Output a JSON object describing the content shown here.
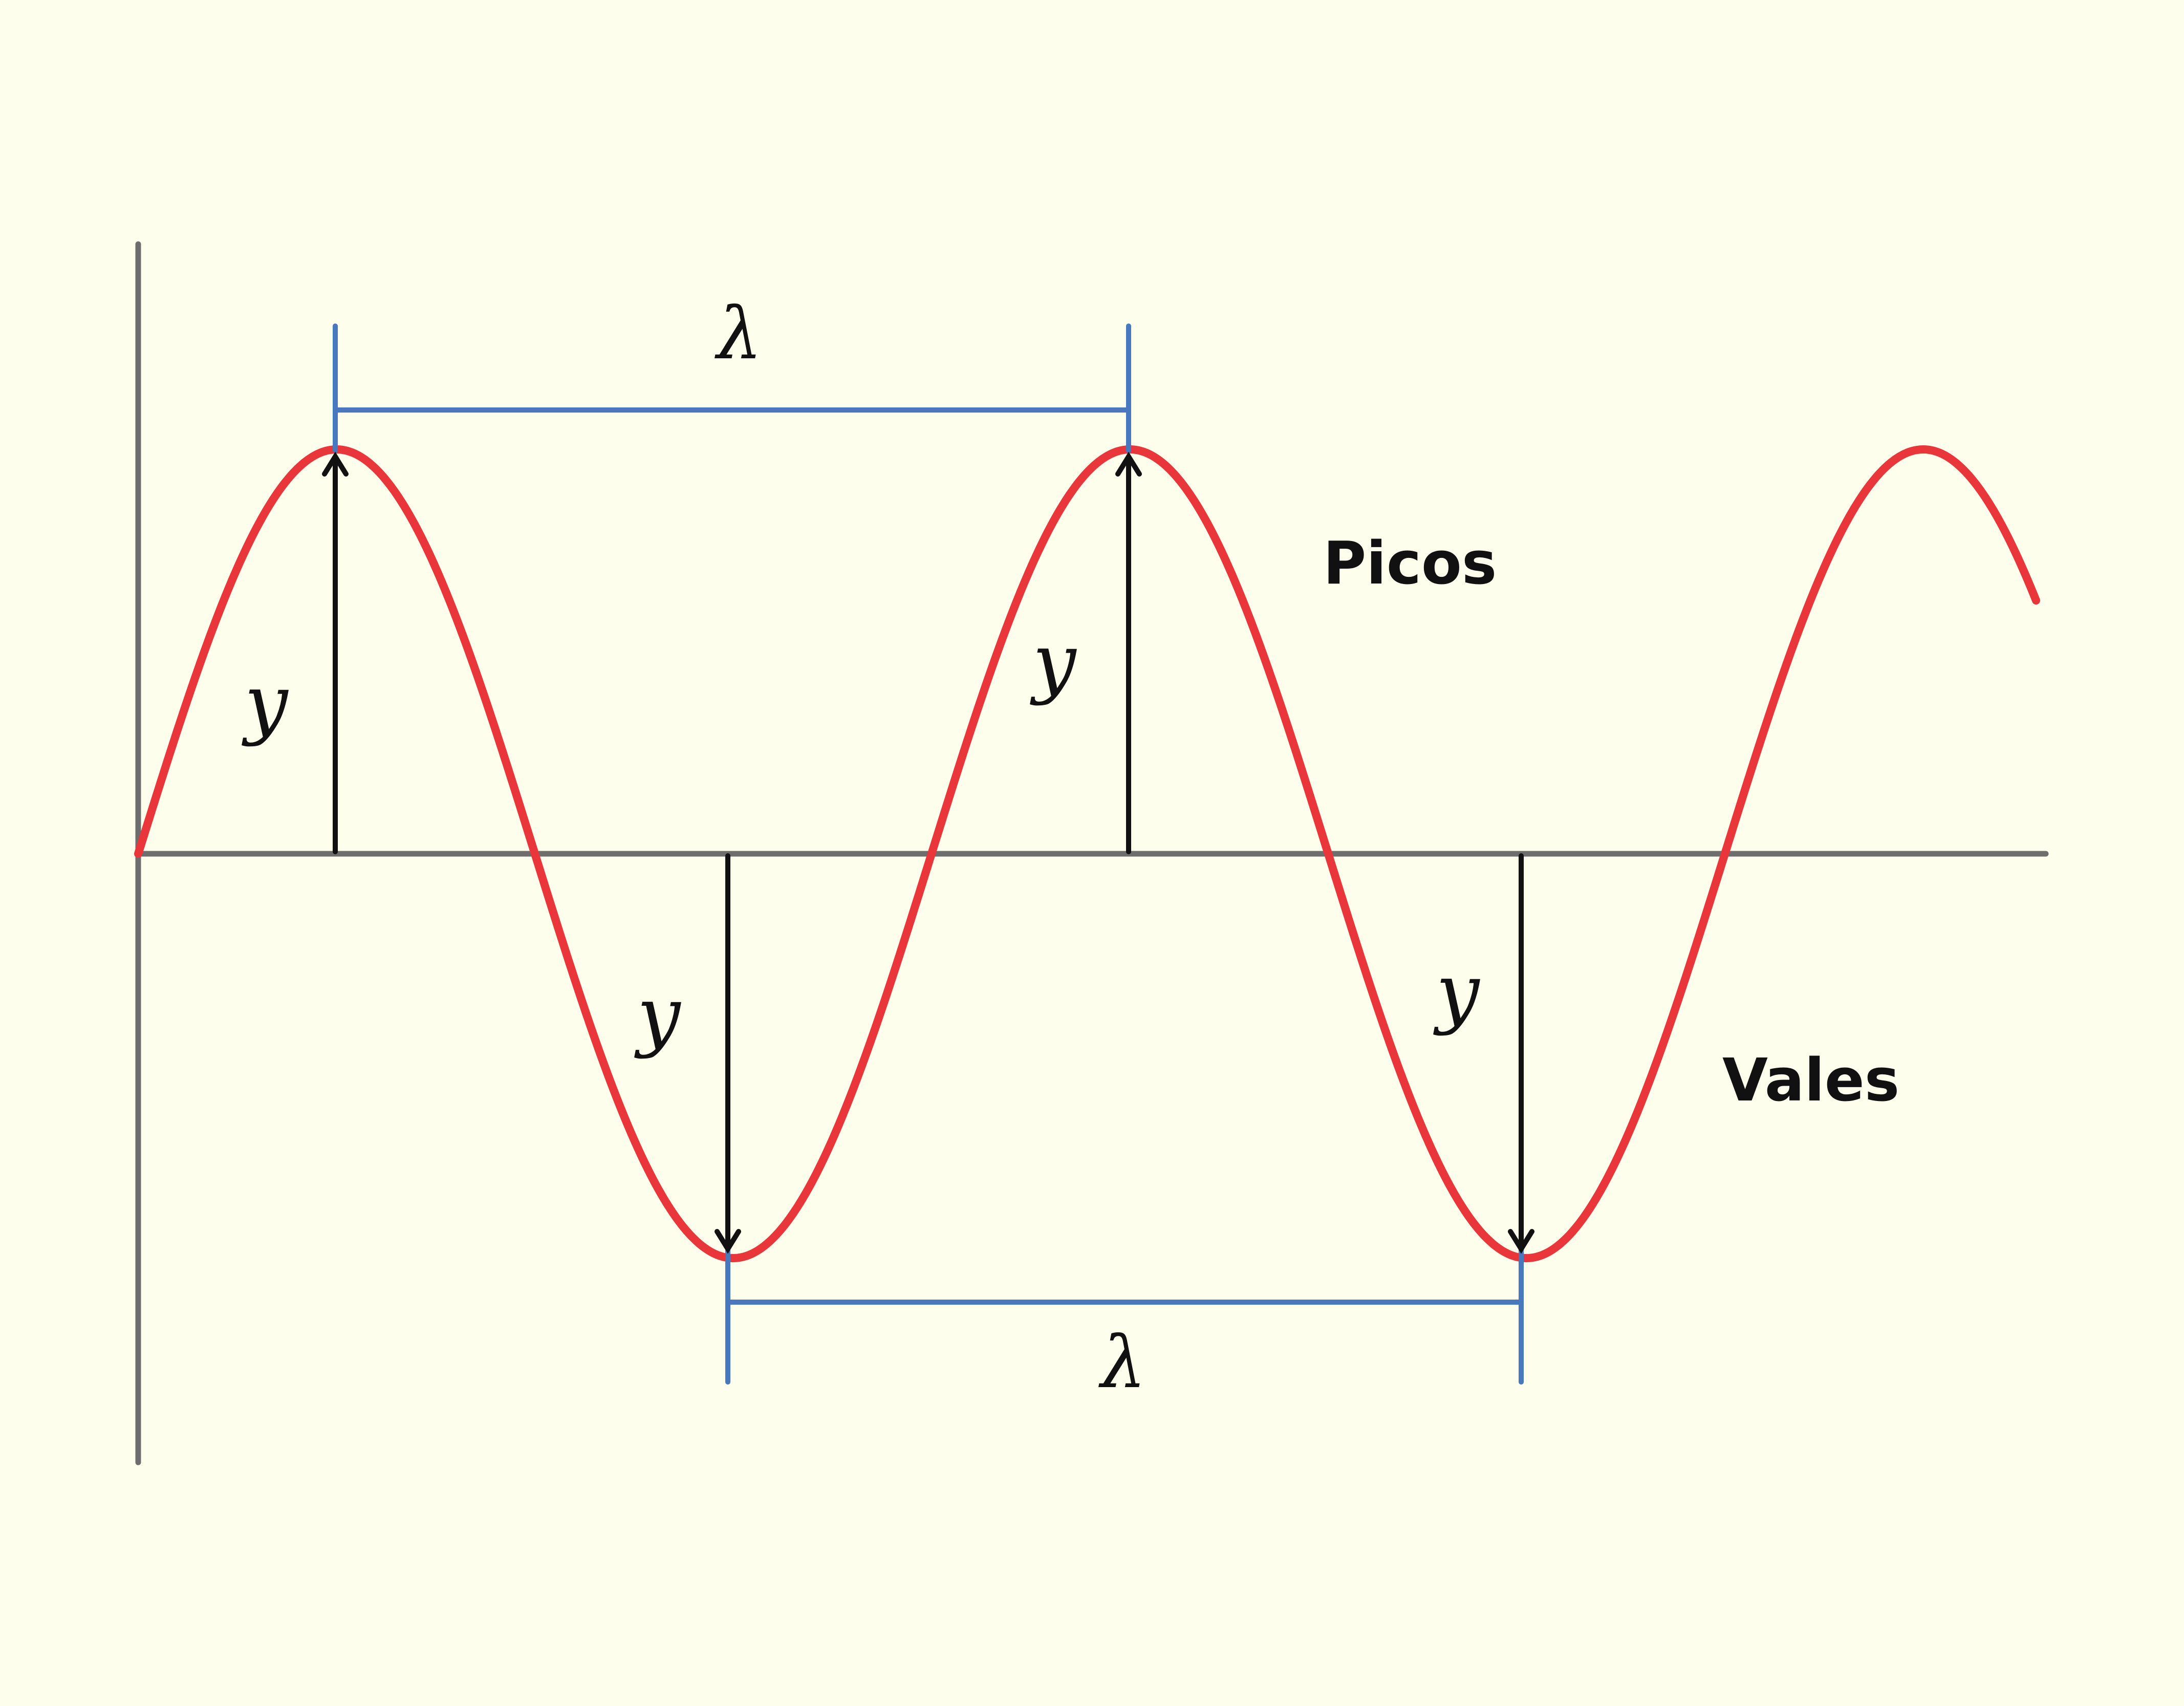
{
  "labels": {
    "peaks": "Picos",
    "valleys": "Vales",
    "wavelength_symbol": "λ",
    "amplitude_symbol": "y"
  },
  "colors": {
    "background": "#fefeec",
    "wave": "#e8363b",
    "axis": "#6e6e6e",
    "wavelength_marker": "#4a78be",
    "amplitude_arrow": "#111111"
  },
  "icons": {
    "amplitude_arrow": "arrow-icon"
  }
}
